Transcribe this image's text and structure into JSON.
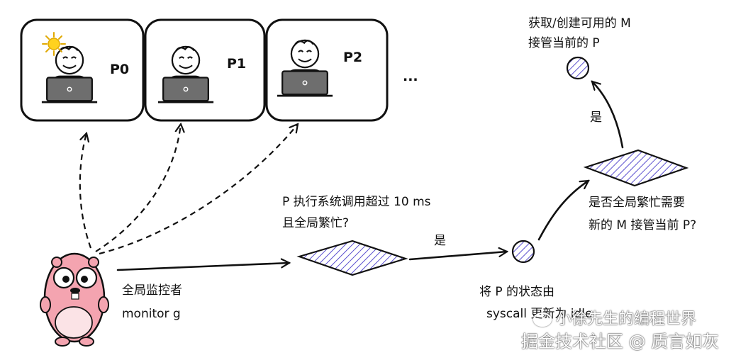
{
  "processors": [
    {
      "label": "P0",
      "shirt_color": "#e8403c"
    },
    {
      "label": "P1",
      "shirt_color": "#2f5fd6"
    },
    {
      "label": "P2",
      "shirt_color": "#23a35a"
    }
  ],
  "ellipsis": "...",
  "monitor": {
    "line1": "全局监控者",
    "line2": "monitor g"
  },
  "decision1": {
    "line1": "P 执行系统调用超过 10 ms",
    "line2": "且全局繁忙?"
  },
  "yes1": "是",
  "state_change": {
    "line1": "将 P 的状态由",
    "line2": "syscall 更新为 idle"
  },
  "decision2": {
    "line1": "是否全局繁忙需要",
    "line2": "新的 M 接管当前 P?"
  },
  "yes2": "是",
  "result": {
    "line1": "获取/创建可用的 M",
    "line2": "接管当前的 P"
  },
  "watermark": {
    "line1": "小徐先生的编程世界",
    "line2": "掘金技术社区 @ 质言如灰"
  },
  "colors": {
    "hatch": "#5a4fcf",
    "ink": "#111111",
    "gopher_body": "#f4a4b0"
  }
}
